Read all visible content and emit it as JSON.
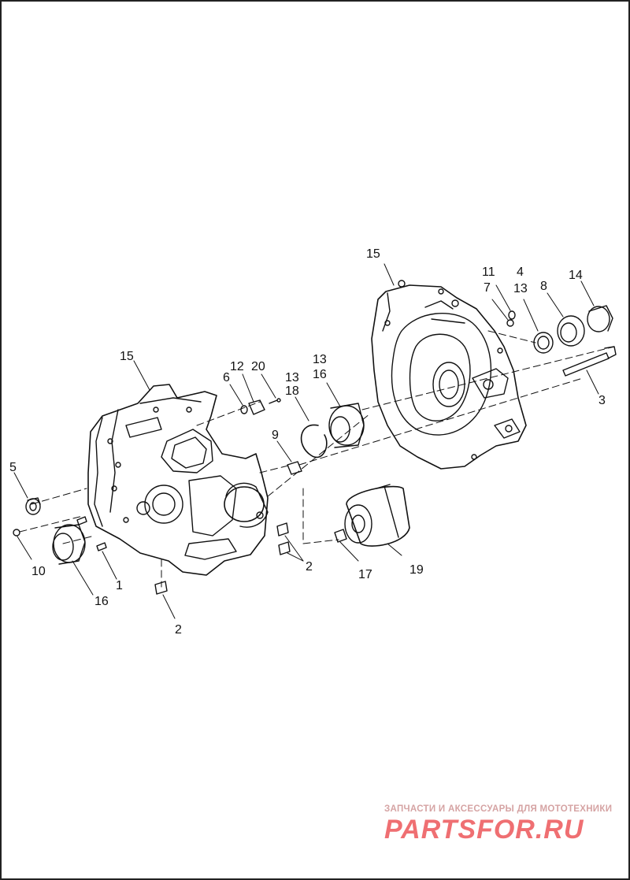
{
  "callouts": [
    {
      "id": "c15a",
      "text": "15"
    },
    {
      "id": "c5",
      "text": "5"
    },
    {
      "id": "c10",
      "text": "10"
    },
    {
      "id": "c16a",
      "text": "16"
    },
    {
      "id": "c1",
      "text": "1"
    },
    {
      "id": "c2a",
      "text": "2"
    },
    {
      "id": "c2b",
      "text": "2"
    },
    {
      "id": "c6",
      "text": "6"
    },
    {
      "id": "c12",
      "text": "12"
    },
    {
      "id": "c20",
      "text": "20"
    },
    {
      "id": "c13a",
      "text": "13"
    },
    {
      "id": "c18",
      "text": "18"
    },
    {
      "id": "c9",
      "text": "9"
    },
    {
      "id": "c13b",
      "text": "13"
    },
    {
      "id": "c16b",
      "text": "16"
    },
    {
      "id": "c17",
      "text": "17"
    },
    {
      "id": "c19",
      "text": "19"
    },
    {
      "id": "c15b",
      "text": "15"
    },
    {
      "id": "c11",
      "text": "11"
    },
    {
      "id": "c7",
      "text": "7"
    },
    {
      "id": "c4",
      "text": "4"
    },
    {
      "id": "c13c",
      "text": "13"
    },
    {
      "id": "c8",
      "text": "8"
    },
    {
      "id": "c14",
      "text": "14"
    },
    {
      "id": "c3",
      "text": "3"
    }
  ],
  "watermark": {
    "subtitle": "ЗАПЧАСТИ И АКСЕССУАРЫ ДЛЯ МОТОТЕХНИКИ",
    "brand": "PARTSFOR.RU"
  }
}
